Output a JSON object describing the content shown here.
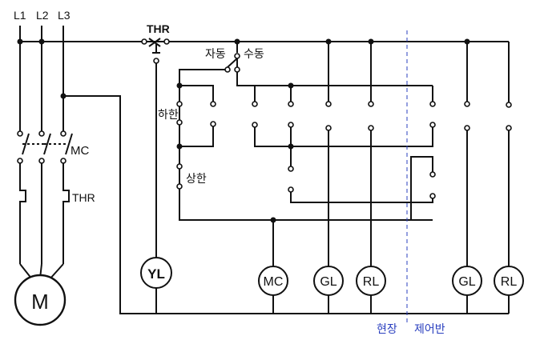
{
  "phases": {
    "l1": "L1",
    "l2": "L2",
    "l3": "L3"
  },
  "labels": {
    "thr_top": "THR",
    "auto": "자동",
    "manual": "수동",
    "lower_limit": "하한",
    "upper_limit": "상한",
    "mc_contact": "MC",
    "thr_heater": "THR",
    "motor": "M",
    "field": "현장",
    "control_panel": "제어반"
  },
  "lamps": {
    "yl": "YL",
    "mc": "MC",
    "gl_field": "GL",
    "rl_field": "RL",
    "gl_panel": "GL",
    "rl_panel": "RL"
  },
  "colors": {
    "line": "#111111",
    "divider": "#2a3fbf"
  }
}
